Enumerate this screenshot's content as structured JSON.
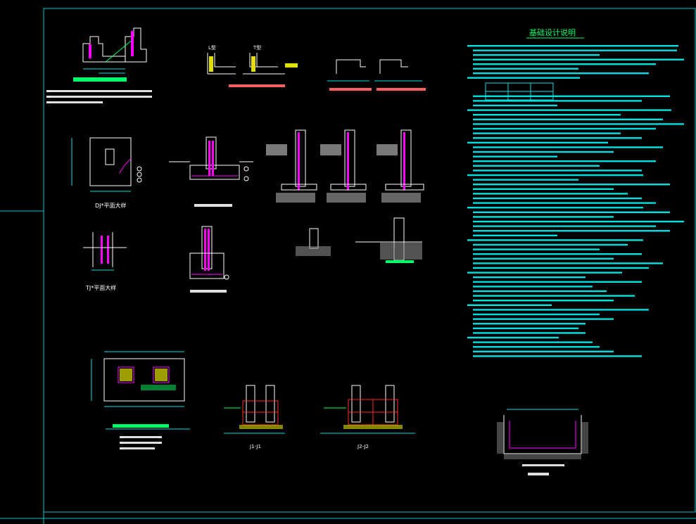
{
  "drawing": {
    "colors": {
      "background": "#000000",
      "frame": "#00c8c8",
      "line_white": "#ffffff",
      "text_cyan": "#00e0e0",
      "text_green": "#00ff66",
      "rebar_magenta": "#ff00ff",
      "rebar_red": "#ff2a2a",
      "hatch_yellow": "#e0e000"
    },
    "captions": {
      "notes_title": "基础设计说明",
      "plan_dj": "DJ*平面大样",
      "plan_tj": "TJ*平面大样",
      "section_j1": "J1-J1",
      "section_j2": "J2-J2",
      "label_l": "L型",
      "label_t": "T型"
    }
  }
}
